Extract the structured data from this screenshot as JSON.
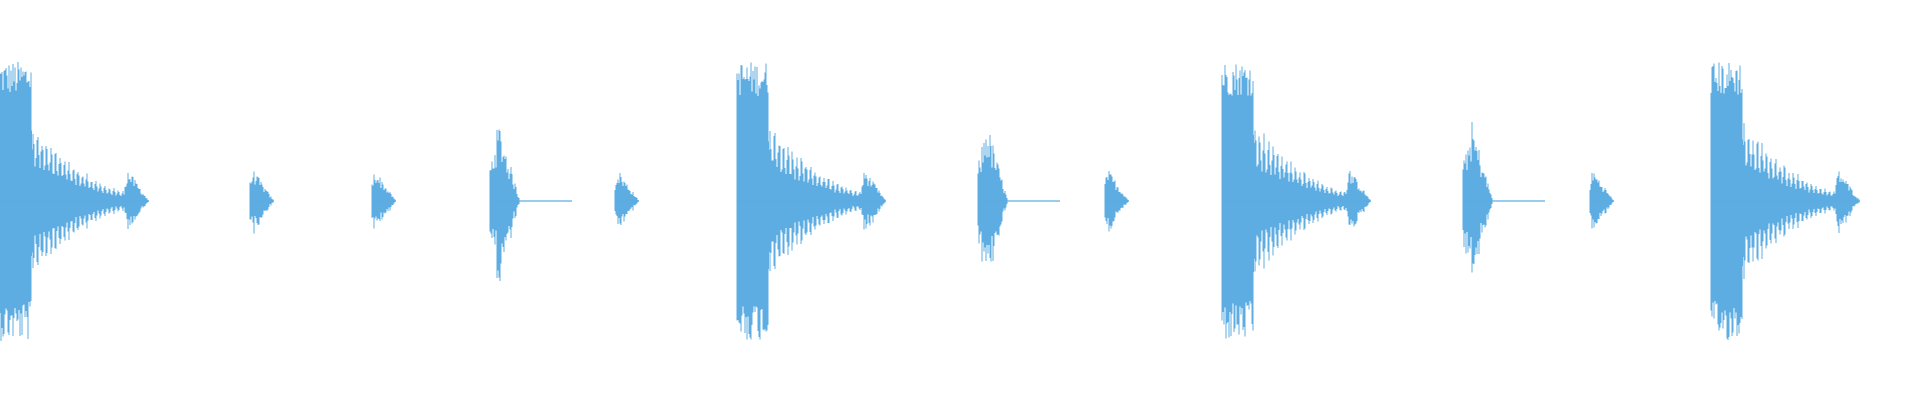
{
  "waveform": {
    "color": "#5DADE2",
    "background": "#ffffff",
    "events": [
      {
        "type": "kick"
      },
      {
        "type": "tick"
      },
      {
        "type": "tick"
      },
      {
        "type": "snare"
      },
      {
        "type": "tick"
      },
      {
        "type": "kick"
      },
      {
        "type": "snare"
      },
      {
        "type": "tick"
      },
      {
        "type": "kick"
      },
      {
        "type": "snare"
      },
      {
        "type": "tick"
      },
      {
        "type": "kick"
      }
    ]
  }
}
